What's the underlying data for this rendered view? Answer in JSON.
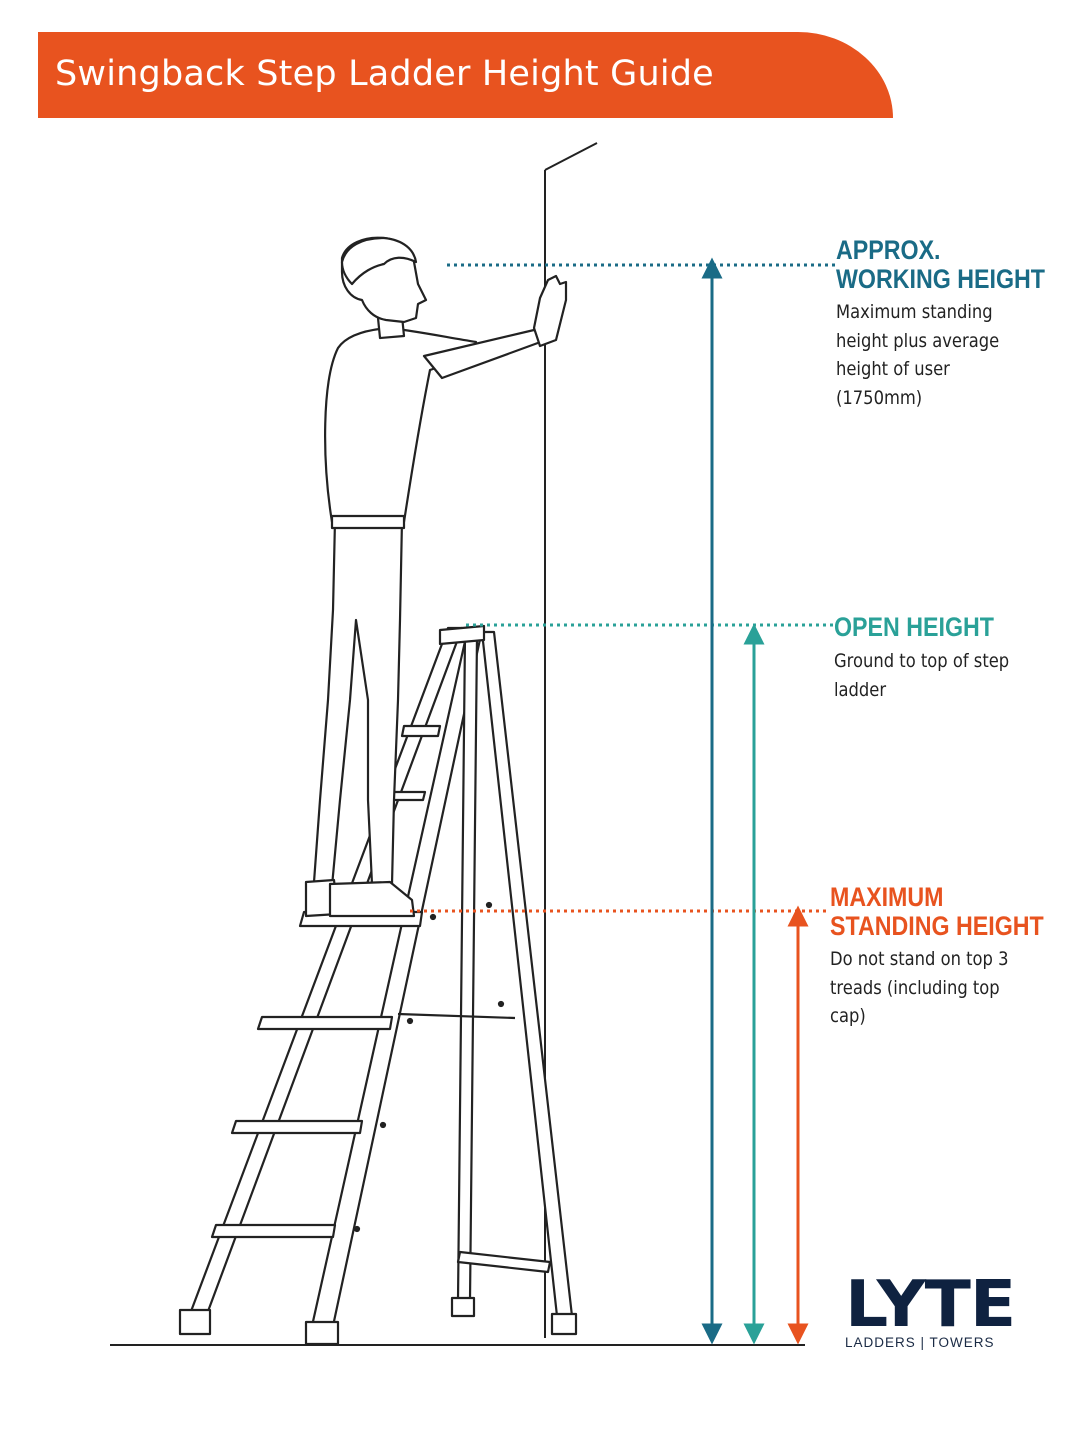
{
  "header": {
    "title": "Swingback Step Ladder Height Guide",
    "color": "#e8531f"
  },
  "labels": {
    "working_height": {
      "heading_line1": "APPROX.",
      "heading_line2": "WORKING HEIGHT",
      "desc_lines": [
        "Maximum standing",
        "height plus average",
        "height of user",
        "(1750mm)"
      ],
      "color": "#1a6b86"
    },
    "open_height": {
      "heading_line1": "OPEN HEIGHT",
      "desc_lines": [
        "Ground to top of step",
        "ladder"
      ],
      "color": "#2aa198"
    },
    "standing_height": {
      "heading_line1": "MAXIMUM",
      "heading_line2": "STANDING HEIGHT",
      "desc_lines": [
        "Do not stand on top 3",
        "treads (including top",
        "cap)"
      ],
      "color": "#e8531f"
    }
  },
  "logo": {
    "word": "LYTE",
    "tagline": "LADDERS | TOWERS",
    "color": "#0f2240"
  }
}
